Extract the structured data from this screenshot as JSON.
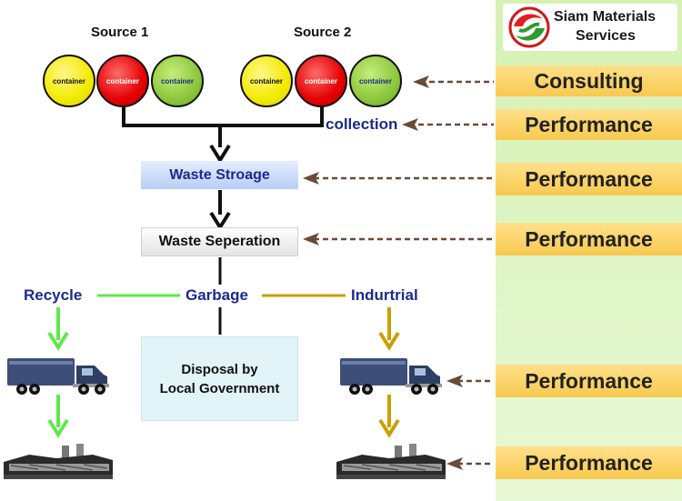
{
  "brand": {
    "line1": "Siam Materials",
    "line2": "Services"
  },
  "sources": [
    {
      "label": "Source 1",
      "containers": [
        "container",
        "container",
        "container"
      ]
    },
    {
      "label": "Source 2",
      "containers": [
        "container",
        "container",
        "container"
      ]
    }
  ],
  "flow": {
    "collection": "collection",
    "waste_storage": "Waste Stroage",
    "waste_separation": "Waste Seperation",
    "recycle": "Recycle",
    "garbage": "Garbage",
    "industrial": "Indurtrial",
    "disposal_line1": "Disposal by",
    "disposal_line2": "Local Government"
  },
  "services": {
    "consulting": "Consulting",
    "performance": "Performance"
  },
  "colors": {
    "accent_blue": "#1a2a8f",
    "recycle_green": "#5ee84a",
    "industrial_gold": "#c9a000",
    "dashed_brown": "#6b4a3a",
    "panel_green": "#d5f2b3",
    "service_gold": "#f7c94f"
  }
}
